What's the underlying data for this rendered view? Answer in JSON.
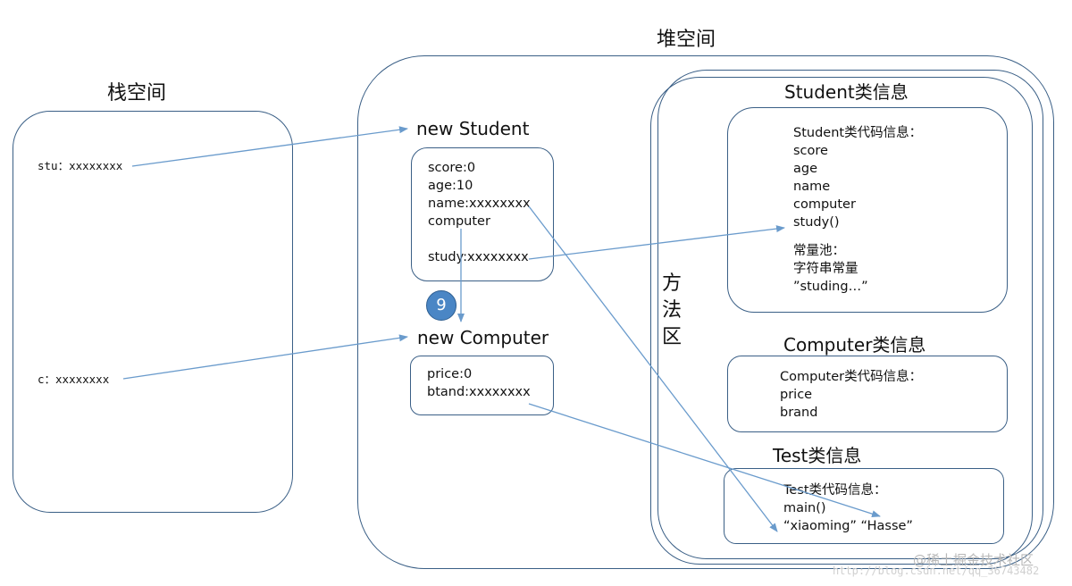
{
  "stack": {
    "title": "栈空间",
    "vars": [
      "stu：xxxxxxxx",
      "c：xxxxxxxx"
    ]
  },
  "heap": {
    "title": "堆空间",
    "student_obj": {
      "title": "new Student",
      "fields": [
        "score:0",
        "age:10",
        "name:xxxxxxxx",
        "computer",
        "",
        "study:xxxxxxxx"
      ]
    },
    "computer_obj": {
      "title": "new Computer",
      "fields": [
        "price:0",
        "btand:xxxxxxxx"
      ]
    },
    "badge": "9"
  },
  "method_area": {
    "title": "方法区",
    "student_class": {
      "title": "Student类信息",
      "lines": [
        "Student类代码信息：",
        "score",
        "age",
        "name",
        "computer",
        "study()",
        "",
        "常量池：",
        "字符串常量",
        "”studing…”"
      ]
    },
    "computer_class": {
      "title": "Computer类信息",
      "lines": [
        "Computer类代码信息：",
        "price",
        "brand"
      ]
    },
    "test_class": {
      "title": "Test类信息",
      "lines": [
        "Test类代码信息：",
        "main()",
        "“xiaoming”  “Hasse”"
      ]
    }
  },
  "watermark": "@稀土掘金技术社区",
  "watermark_url": "http://blog.csdn.net/qq_36743482",
  "colors": {
    "border": "#3a5f86",
    "arrow": "#6a9bcc",
    "badge": "#4a86c5"
  }
}
